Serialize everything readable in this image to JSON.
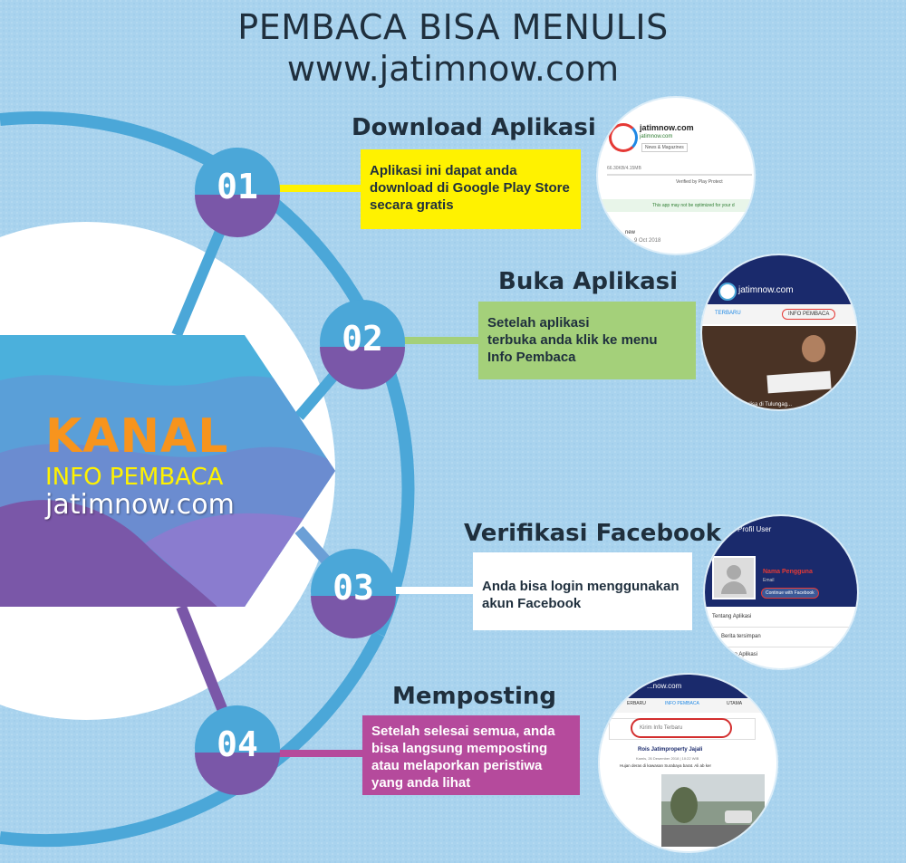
{
  "header": {
    "line1": "PEMBACA BISA MENULIS",
    "line2": "www.jatimnow.com"
  },
  "brand": {
    "kanal": "KANAL",
    "info": "INFO PEMBACA",
    "site": "jatimnow.com"
  },
  "steps": [
    {
      "num": "01",
      "title": "Download Aplikasi",
      "lines": [
        "Aplikasi ini dapat anda",
        "download di Google Play Store",
        "secara gratis"
      ],
      "color": "#fff200"
    },
    {
      "num": "02",
      "title": "Buka Aplikasi",
      "lines": [
        "Setelah aplikasi",
        "terbuka anda klik ke menu",
        "Info Pembaca"
      ],
      "color": "#a4d07a"
    },
    {
      "num": "03",
      "title": "Verifikasi Facebook",
      "lines": [
        "Anda bisa login menggunakan",
        "akun Facebook"
      ],
      "color": "#ffffff"
    },
    {
      "num": "04",
      "title": "Memposting",
      "lines": [
        "Setelah selesai semua, anda",
        "bisa langsung memposting",
        "atau melaporkan peristiwa",
        "yang anda lihat"
      ],
      "color": "#b54a9c"
    }
  ],
  "shot1": {
    "app_name": "jatimnow.com",
    "dev": "jatimnow.com",
    "category": "News & Magazines",
    "size": "66.30KB/4.15MB",
    "verified": "Verified by Play Protect",
    "warning": "This app may not be optimized for your d",
    "new": "new",
    "date": "9 Oct 2018"
  },
  "shot2": {
    "app_name": "jatimnow.com",
    "tab1": "TERBARU",
    "tab2": "INFO PEMBACA",
    "caption": "...ulisa di Tulungag..."
  },
  "shot3": {
    "header": "Profil User",
    "name": "Nama Pengguna",
    "email": "Email",
    "fb_button": "Continue with Facebook",
    "menu1": "Tentang Aplikasi",
    "menu2": "Berita tersimpan",
    "menu3": "...ikan Aplikasi"
  },
  "shot4": {
    "app_name": "...now.com",
    "tab1": "ERBARU",
    "tab2": "INFO PEMBACA",
    "tab3": "UTAMA",
    "input_placeholder": "Kirim Info Terbaru",
    "post_title": "Rois Jatimproperty Jajali",
    "post_meta": "Kamis, 26 Desember 2018 | 10:22 WIB",
    "post_text": "Hujan deras di kawasan Surabaya barat. Ali ab ker"
  },
  "colors": {
    "background": "#a9d3ee",
    "arc_blue": "#4ba7d8",
    "arc_purple": "#7a57a8",
    "kanal_orange": "#f7941d",
    "info_yellow": "#fff200"
  }
}
